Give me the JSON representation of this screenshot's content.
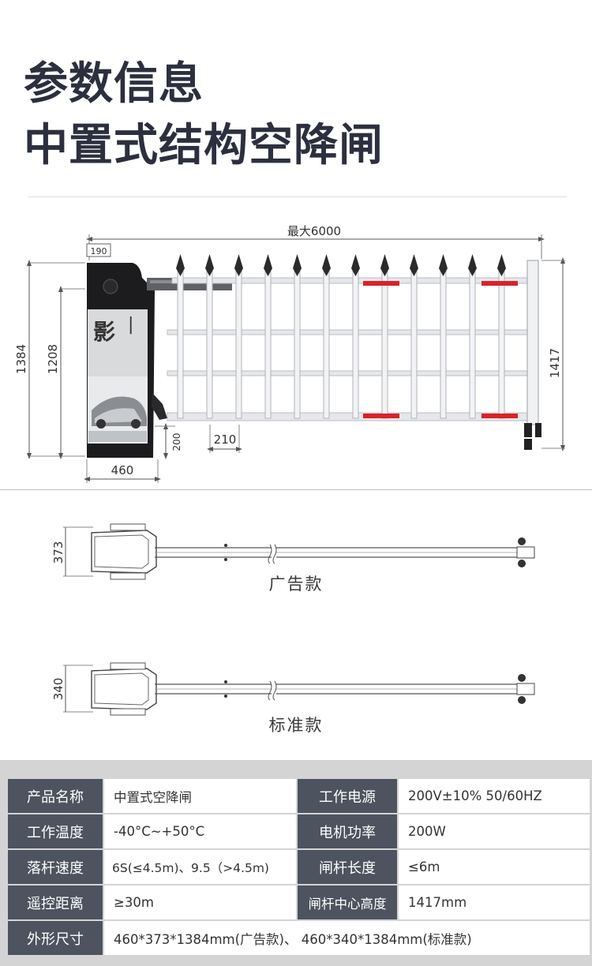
{
  "header": {
    "title_line1": "参数信息",
    "title_line2": "中置式结构空降闸"
  },
  "front_view": {
    "dim_max_length": "最大6000",
    "dim_190": "190",
    "dim_1384": "1384",
    "dim_1208": "1208",
    "dim_1417": "1417",
    "dim_200": "200",
    "dim_210": "210",
    "dim_460": "460"
  },
  "top_views": [
    {
      "dim": "373",
      "caption": "广告款"
    },
    {
      "dim": "340",
      "caption": "标准款"
    }
  ],
  "spec_table": {
    "rows": [
      {
        "k1": "产品名称",
        "v1": "中置式空降闸",
        "k2": "工作电源",
        "v2": "200V±10%  50/60HZ"
      },
      {
        "k1": "工作温度",
        "v1": "-40°C~+50°C",
        "k2": "电机功率",
        "v2": "200W"
      },
      {
        "k1": "落杆速度",
        "v1": "6S(≤4.5m)、9.5（>4.5m)",
        "k2": "闸杆长度",
        "v2": "≤6m"
      },
      {
        "k1": "遥控距离",
        "v1": "≥30m",
        "k2": "闸杆中心高度",
        "v2": "1417mm"
      }
    ],
    "last_row": {
      "k": "外形尺寸",
      "v": "460*373*1384mm(广告款)、 460*340*1384mm(标准款)"
    }
  },
  "colors": {
    "title": "#2c2f3e",
    "label_bg": "#4d535f",
    "table_frame": "#d4d4d4",
    "reflector_red": "#d8232a"
  }
}
